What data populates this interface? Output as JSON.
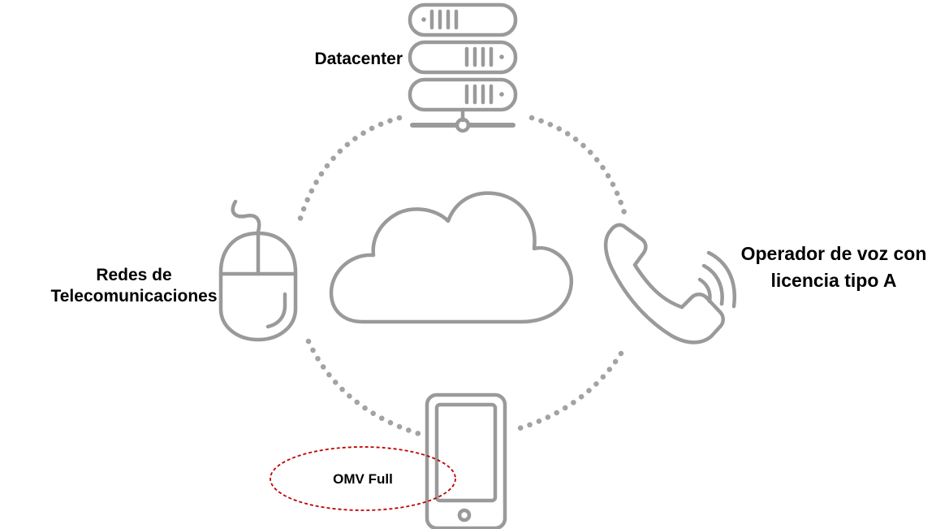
{
  "labels": {
    "datacenter": "Datacenter",
    "redes_line1": "Redes de",
    "redes_line2": "Telecomunicaciones",
    "operador_line1": "Operador de voz con",
    "operador_line2": "licencia tipo A",
    "omv": "OMV Full"
  },
  "icons": {
    "top": "server-rack-icon",
    "left": "computer-mouse-icon",
    "center": "cloud-icon",
    "right": "phone-handset-icon",
    "bottom": "smartphone-icon"
  },
  "colors": {
    "icon_stroke": "#9a9a9a",
    "highlight_ellipse": "#c00000",
    "text": "#000000"
  }
}
